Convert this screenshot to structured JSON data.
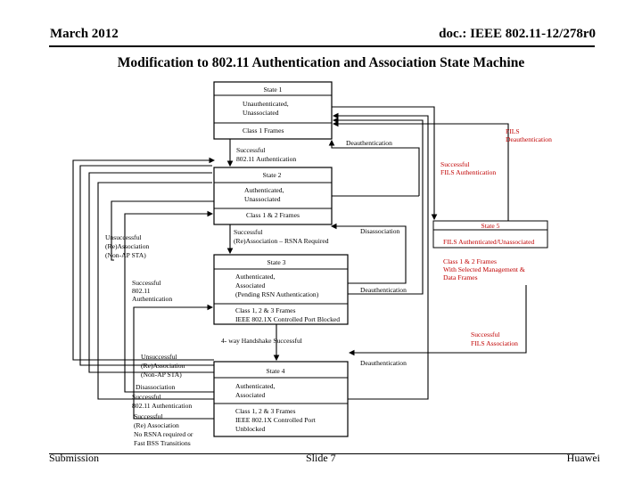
{
  "header": {
    "date": "March 2012",
    "doc": "doc.: IEEE 802.11-12/278r0"
  },
  "title": "Modification to 802.11 Authentication and Association State Machine",
  "diagram": {
    "state1": {
      "title": "State 1",
      "desc1": "Unauthenticated,",
      "desc2": "Unassociated",
      "frames": "Class 1 Frames"
    },
    "state2": {
      "title": "State 2",
      "desc1": "Authenticated,",
      "desc2": "Unassociated",
      "frames": "Class 1 & 2 Frames"
    },
    "state3": {
      "title": "State 3",
      "desc1": "Authenticated,",
      "desc2": "Associated",
      "desc3": "(Pending RSN Authentication)",
      "frames1": "Class 1, 2 & 3 Frames",
      "frames2": "IEEE 802.1X Controlled Port Blocked"
    },
    "state4": {
      "title": "State 4",
      "desc1": "Authenticated,",
      "desc2": "Associated",
      "frames1": "Class 1, 2 & 3 Frames",
      "frames2": "IEEE 802.1X Controlled Port",
      "frames3": "Unblocked"
    },
    "state5": {
      "title": "State 5",
      "desc": "FILS Authenticated/Unassociated",
      "frames1": "Class 1 & 2 Frames",
      "frames2": "With Selected Management &",
      "frames3": "Data Frames"
    },
    "labels": {
      "succ_auth_1": "Successful",
      "succ_auth_2": "802.11 Authentication",
      "deauth_top": "Deauthentication",
      "fils_deauth_1": "FILS",
      "fils_deauth_2": "Deauthentication",
      "fils_auth_1": "Successful",
      "fils_auth_2": "FILS Authentication",
      "unsucc_assoc_1": "Unsuccessful",
      "unsucc_assoc_2": "(Re)Association",
      "unsucc_assoc_3": "(Non-AP STA)",
      "succ_reassoc_1": "Successful",
      "succ_reassoc_2": "(Re)Association – RSNA Required",
      "disassoc_mid": "Disassociation",
      "succ_auth3_1": "Successful",
      "succ_auth3_2": "802.11",
      "succ_auth3_3": "Authentication",
      "deauth_mid": "Deauthentication",
      "handshake": "4- way Handshake Successful",
      "fils_assoc_1": "Successful",
      "fils_assoc_2": "FILS Association",
      "unsucc_assoc4_1": "Unsuccessful",
      "unsucc_assoc4_2": "(Re)Association",
      "unsucc_assoc4_3": "(Non-AP STA)",
      "disassoc_low": "Disassociation",
      "succ_auth4_1": "Successful",
      "succ_auth4_2": "802.11 Authentication",
      "succ_reassoc4_1": "Successful",
      "succ_reassoc4_2": "(Re) Association",
      "succ_reassoc4_3": "No RSNA required or",
      "succ_reassoc4_4": "Fast BSS Transitions",
      "deauth_low": "Deauthentication"
    },
    "colors": {
      "red": "#c00000",
      "line": "#000000"
    }
  },
  "footer": {
    "left": "Submission",
    "center": "Slide 7",
    "right": "Huawei"
  }
}
